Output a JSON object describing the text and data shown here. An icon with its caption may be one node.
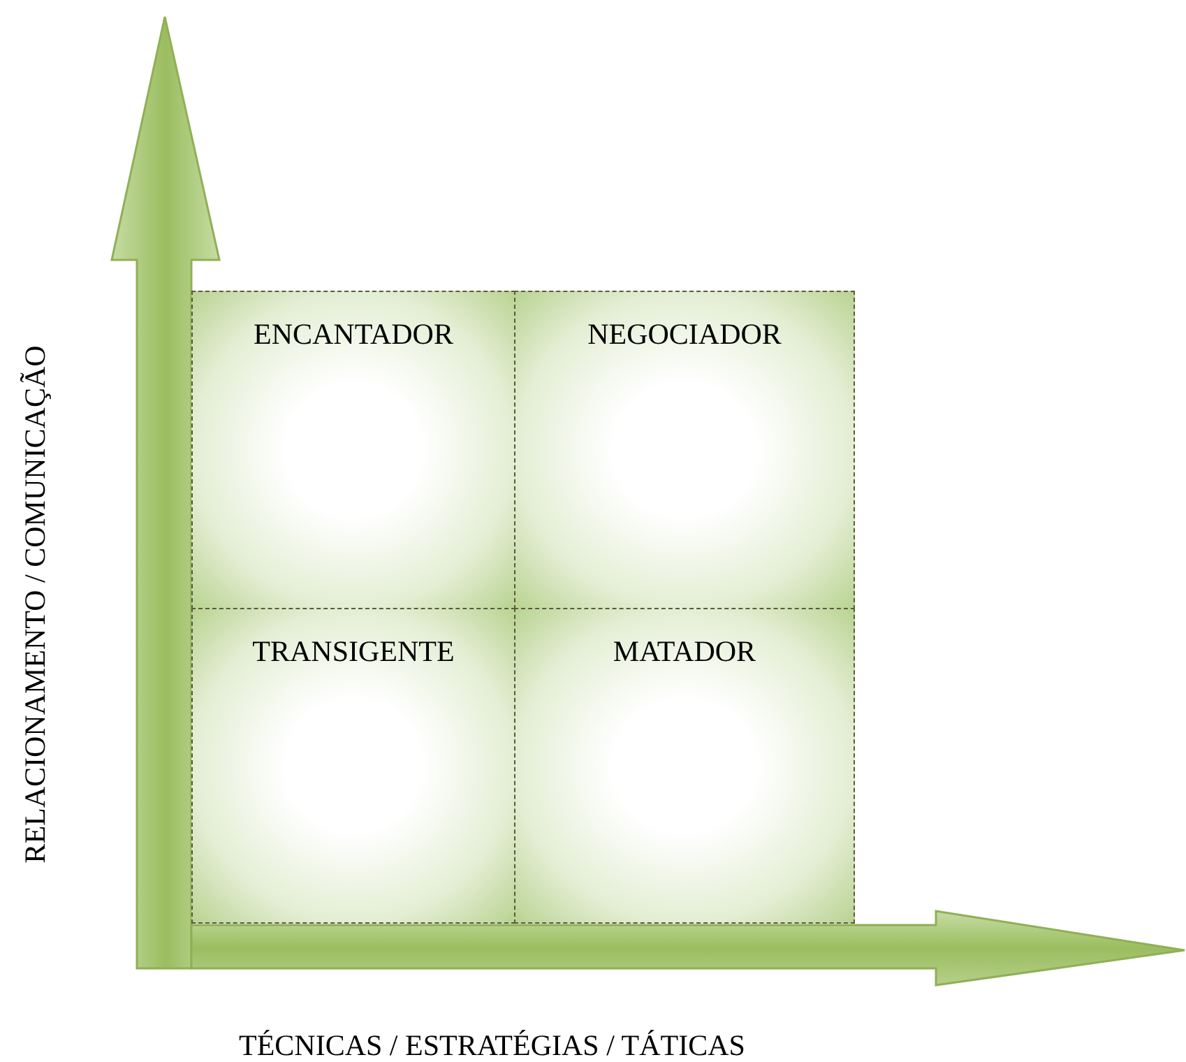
{
  "diagram": {
    "nodes": [
      {
        "text": [
          "ENCANTADOR"
        ]
      },
      {
        "text": [
          "NEGOCIADOR"
        ]
      },
      {
        "text": [
          "TRANSIGENTE"
        ]
      },
      {
        "text": [
          "MATADOR"
        ]
      }
    ],
    "edges": [],
    "labels": [
      "RELACIONAMENTO / COMUNICAÇÃO",
      "TÉCNICAS / ESTRATÉGIAS / TÁTICAS"
    ]
  }
}
